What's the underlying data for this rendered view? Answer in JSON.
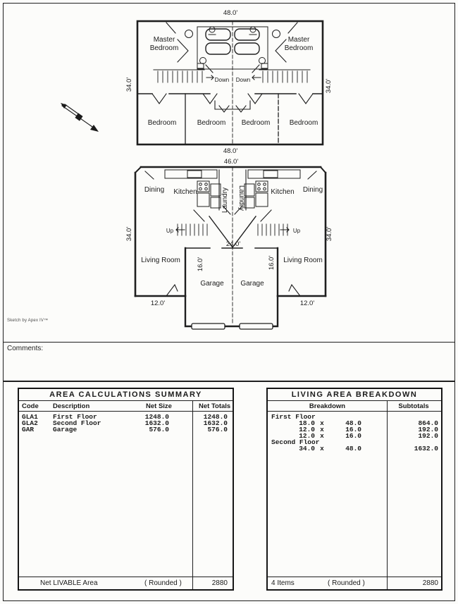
{
  "page": {
    "watermark": "Sketch by Apex IV™",
    "comments_label": "Comments:"
  },
  "upper_plan": {
    "dims": {
      "top": "48.0'",
      "bottom": "48.0'",
      "left": "34.0'",
      "right": "34.0'"
    },
    "labels": {
      "master_left": [
        "Master",
        "Bedroom"
      ],
      "master_right": [
        "Master",
        "Bedroom"
      ],
      "bedroom_1": "Bedroom",
      "bedroom_2": "Bedroom",
      "bedroom_3": "Bedroom",
      "bedroom_4": "Bedroom",
      "down_left": "Down",
      "down_right": "Down"
    }
  },
  "lower_plan": {
    "dims": {
      "top": "46.0'",
      "left": "34.0'",
      "right": "34.0'",
      "garage_width": "24.0'",
      "garage_depth_left": "16.0'",
      "garage_depth_right": "16.0'",
      "wing_left": "12.0'",
      "wing_right": "12.0'"
    },
    "labels": {
      "dining_left": "Dining",
      "kitchen_left": "Kitchen",
      "laundry_left": "Laundry",
      "laundry_right": "Laundry",
      "kitchen_right": "Kitchen",
      "dining_right": "Dining",
      "up_left": "Up",
      "up_right": "Up",
      "living_left": "Living Room",
      "living_right": "Living Room",
      "garage_left": "Garage",
      "garage_right": "Garage"
    }
  },
  "area_table": {
    "title": "AREA CALCULATIONS SUMMARY",
    "headers": {
      "code": "Code",
      "description": "Description",
      "net_size": "Net Size",
      "net_totals": "Net Totals"
    },
    "rows": [
      {
        "code": "GLA1",
        "description": "First Floor",
        "net_size": "1248.0",
        "net_totals": "1248.0"
      },
      {
        "code": "GLA2",
        "description": "Second Floor",
        "net_size": "1632.0",
        "net_totals": "1632.0"
      },
      {
        "code": "GAR",
        "description": "Garage",
        "net_size": "576.0",
        "net_totals": "576.0"
      }
    ],
    "footer": {
      "label": "Net LIVABLE Area",
      "rounded": "( Rounded )",
      "total": "2880"
    }
  },
  "breakdown_table": {
    "title": "LIVING AREA BREAKDOWN",
    "headers": {
      "breakdown": "Breakdown",
      "subtotals": "Subtotals"
    },
    "sections": [
      {
        "name": "First Floor"
      },
      {
        "name": "Second Floor"
      }
    ],
    "rows": [
      {
        "a": "18.0",
        "op": "x",
        "b": "48.0",
        "subtotal": "864.0"
      },
      {
        "a": "12.0",
        "op": "x",
        "b": "16.0",
        "subtotal": "192.0"
      },
      {
        "a": "12.0",
        "op": "x",
        "b": "16.0",
        "subtotal": "192.0"
      },
      {
        "a": "34.0",
        "op": "x",
        "b": "48.0",
        "subtotal": "1632.0"
      }
    ],
    "footer": {
      "label": "4 Items",
      "rounded": "( Rounded )",
      "total": "2880"
    }
  }
}
